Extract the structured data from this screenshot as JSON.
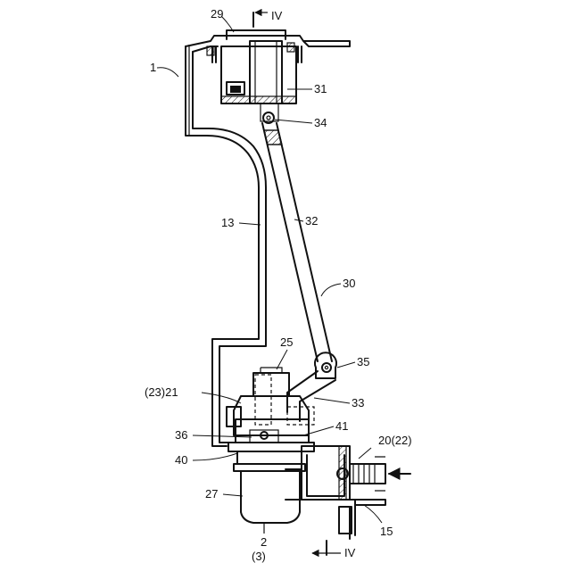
{
  "labels": {
    "section_mark": "IV",
    "l1": "1",
    "l29": "29",
    "l31": "31",
    "l34": "34",
    "l13": "13",
    "l32": "32",
    "l30": "30",
    "l25": "25",
    "l35": "35",
    "l23_21": "(23)21",
    "l33": "33",
    "l36": "36",
    "l41": "41",
    "l40": "40",
    "l20_22": "20(22)",
    "l27": "27",
    "l2": "2",
    "l3": "(3)",
    "l15": "15"
  }
}
